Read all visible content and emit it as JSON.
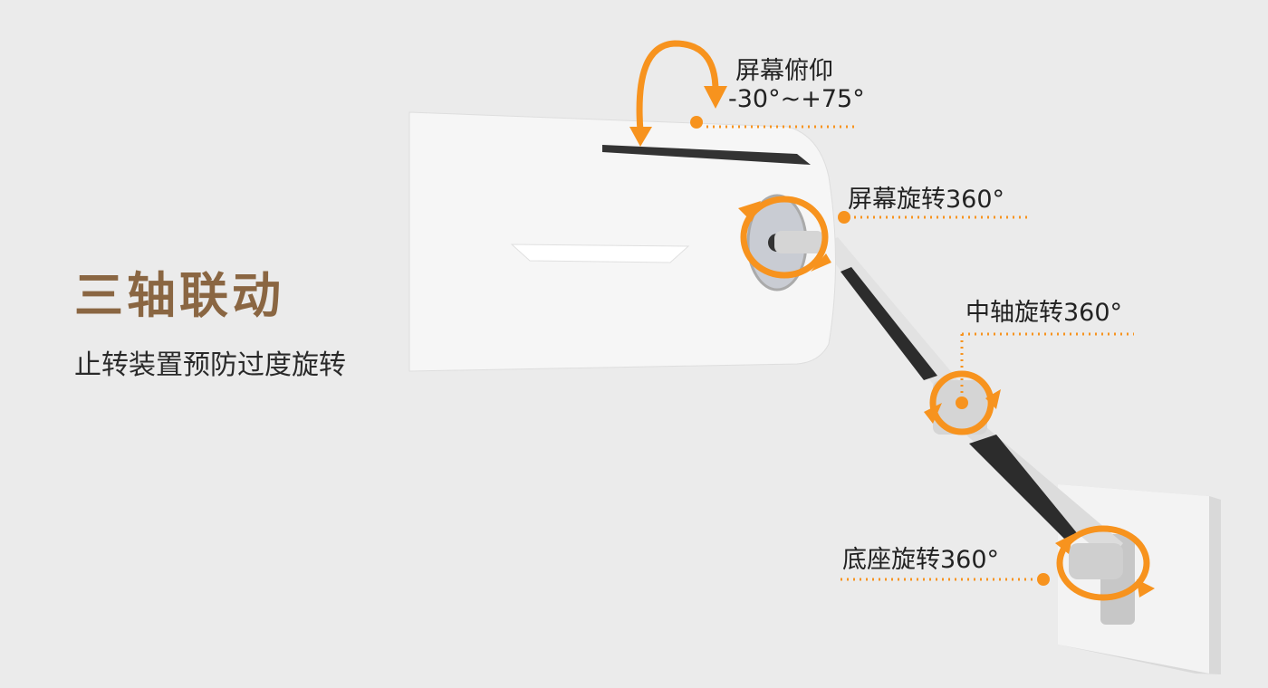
{
  "headline": "三轴联动",
  "subheadline": "止转装置预防过度旋转",
  "labels": {
    "tilt_title": "屏幕俯仰",
    "tilt_range": "-30°~+75°",
    "screen_rotation": "屏幕旋转360°",
    "middle_rotation": "中轴旋转360°",
    "base_rotation": "底座旋转360°"
  },
  "colors": {
    "accent": "#f7931e",
    "headline": "#8a6642",
    "background": "#ebebeb"
  },
  "icons": [
    "tilt-arrow-icon",
    "rotation-arrow-icon"
  ]
}
